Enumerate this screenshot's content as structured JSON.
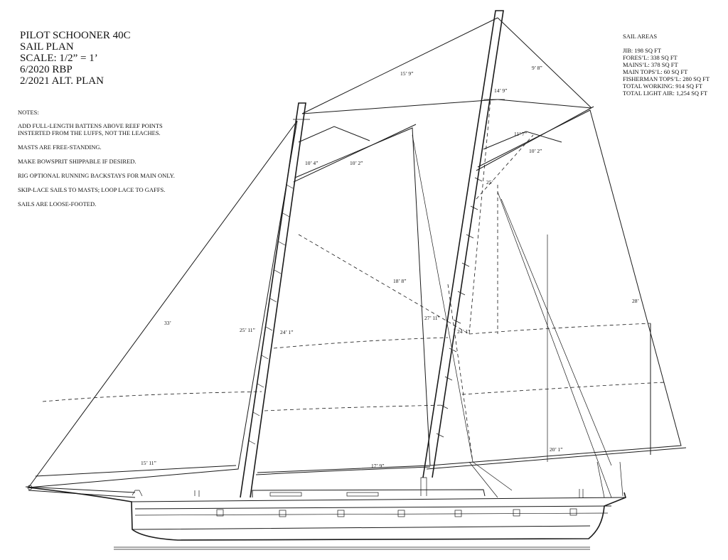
{
  "title_block": {
    "lines": [
      "PILOT SCHOONER 40C",
      "SAIL PLAN",
      "SCALE: 1/2” = 1’",
      "6/2020        RBP",
      "2/2021  ALT. PLAN"
    ]
  },
  "notes": {
    "heading": "NOTES:",
    "items": [
      "ADD FULL-LENGTH BATTENS ABOVE REEF POINTS\nINSTERTED FROM THE LUFFS, NOT THE LEACHES.",
      "MASTS ARE FREE-STANDING.",
      "MAKE BOWSPRIT SHIPPABLE IF DESIRED.",
      "RIG OPTIONAL RUNNING BACKSTAYS FOR MAIN ONLY.",
      "SKIP-LACE SAILS TO MASTS; LOOP LACE TO GAFFS.",
      "SAILS ARE LOOSE-FOOTED."
    ]
  },
  "sail_areas": {
    "heading": "SAIL AREAS",
    "items": [
      "JIB: 198 SQ FT",
      "FORES’L: 338 SQ FT",
      "MAINS’L: 378 SQ FT",
      "MAIN TOPS’L: 60 SQ FT",
      "FISHERMAN TOPS’L: 280 SQ FT",
      "TOTAL WORKING: 914 SQ FT",
      "TOTAL LIGHT AIR: 1,254 SQ FT"
    ]
  },
  "dimensions": {
    "jib_luff": "33’",
    "jib_foot": "15’ 11”",
    "foremast_height": "25’ 11”",
    "foresail_luff": "24’ 1”",
    "fore_gaff_head": "10’ 4”",
    "fore_gaff": "10’ 2”",
    "fisherman_diagonal": "18’ 8”",
    "fore_boom": "17’ 9”",
    "main_topmast_stay": "15’ 9”",
    "main_topmast": "14’ 9”",
    "topsail_leech": "9’ 8”",
    "main_gaff_head": "11’ 7”",
    "main_gaff": "10’ 2”",
    "topsail_diagonal": "25’",
    "mainmast_height": "27’ 11”",
    "mainsail_luff": "24’ 1”",
    "mainsail_leech": "28’",
    "main_boom": "20’ 1”"
  }
}
